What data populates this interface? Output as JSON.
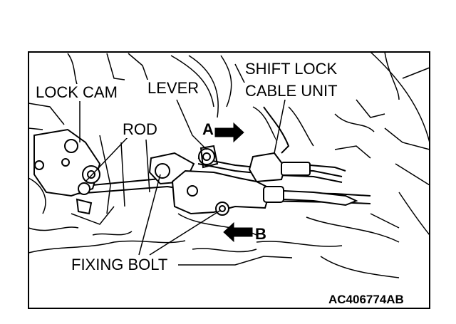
{
  "figure": {
    "labels": {
      "lock_cam": "LOCK CAM",
      "lever": "LEVER",
      "shift_lock_line1": "SHIFT LOCK",
      "shift_lock_line2": "CABLE UNIT",
      "rod": "ROD",
      "fixing_bolt": "FIXING BOLT",
      "arrow_a": "A",
      "arrow_b": "B"
    },
    "figure_code": "AC406774AB"
  },
  "colors": {
    "ink": "#000000",
    "background": "#ffffff"
  }
}
